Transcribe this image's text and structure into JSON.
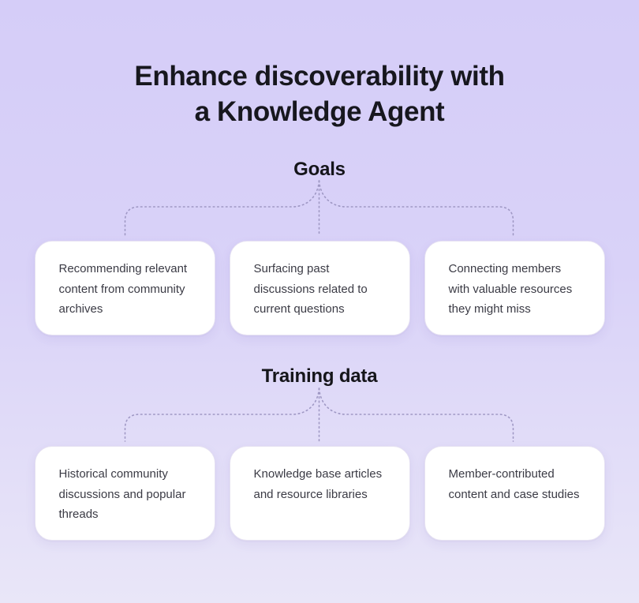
{
  "title": {
    "line1": "Enhance discoverability with",
    "line2": "a Knowledge Agent"
  },
  "sections": [
    {
      "heading": "Goals",
      "cards": [
        {
          "text": "Recommending relevant content from community archives"
        },
        {
          "text": "Surfacing past discussions related to current questions"
        },
        {
          "text": "Connecting members with valuable resources they might miss"
        }
      ]
    },
    {
      "heading": "Training data",
      "cards": [
        {
          "text": "Historical community discussions and popular threads"
        },
        {
          "text": "Knowledge base articles and resource libraries"
        },
        {
          "text": "Member-contributed content and case studies"
        }
      ]
    }
  ],
  "colors": {
    "background_top": "#d5cdf8",
    "background_bottom": "#e9e6f8",
    "card_background": "#ffffff",
    "connector_line": "#9f98c4",
    "title_text": "#17171e",
    "heading_text": "#15151a",
    "card_text": "#3b3b45"
  }
}
